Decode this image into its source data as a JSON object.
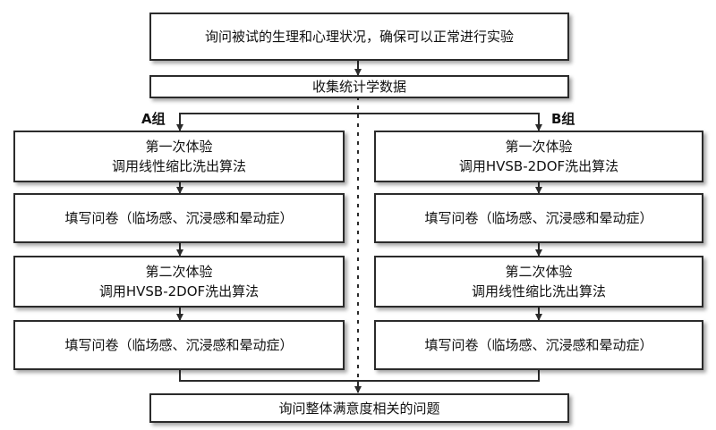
{
  "top": {
    "line1": "询问被试的生理和心理状况，确保可以正常进行实验"
  },
  "collect": {
    "label": "收集统计学数据"
  },
  "groups": {
    "a_label": "A组",
    "b_label": "B组"
  },
  "group_a": {
    "exp1": {
      "title": "第一次体验",
      "algorithm": "调用线性缩比洗出算法"
    },
    "survey1": {
      "label": "填写问卷（临场感、沉浸感和晕动症）"
    },
    "exp2": {
      "title": "第二次体验",
      "algorithm": "调用HVSB-2DOF洗出算法"
    },
    "survey2": {
      "label": "填写问卷（临场感、沉浸感和晕动症）"
    }
  },
  "group_b": {
    "exp1": {
      "title": "第一次体验",
      "algorithm": "调用HVSB-2DOF洗出算法"
    },
    "survey1": {
      "label": "填写问卷（临场感、沉浸感和晕动症）"
    },
    "exp2": {
      "title": "第二次体验",
      "algorithm": "调用线性缩比洗出算法"
    },
    "survey2": {
      "label": "填写问卷（临场感、沉浸感和晕动症）"
    }
  },
  "final": {
    "label": "询问整体满意度相关的问题"
  }
}
